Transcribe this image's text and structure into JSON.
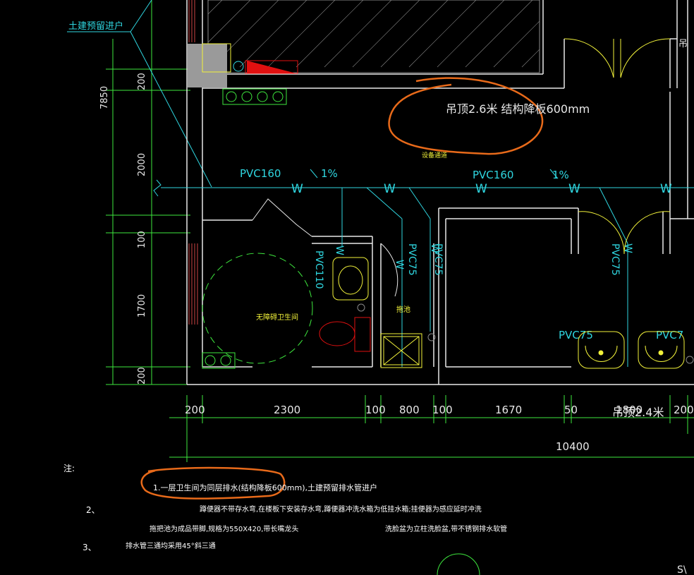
{
  "top_label": "土建预留进户",
  "dim_left_total": "7850",
  "dim_left": [
    "200",
    "2000",
    "100",
    "1700",
    "200"
  ],
  "annotation_ceiling": "吊顶2.6米 结构降板600mm",
  "annotation_secondary": "设备通道",
  "right_edge_label": "吊",
  "pipes": {
    "pvc160_a": "PVC160",
    "slope_a": "1%",
    "pvc160_b": "PVC160",
    "slope_b": "1%",
    "w": "W",
    "pvc110": "PVC110",
    "pvc75_a": "PVC75",
    "pvc75_b": "PVC75",
    "pvc75_c": "PVC75",
    "pvc75_d": "PVC75",
    "pvc75_e": "PVC7"
  },
  "room_label": "无障碍卫生间",
  "mop_label": "拖池",
  "dim_bottom": [
    "200",
    "2300",
    "100",
    "800",
    "100",
    "1670",
    "50",
    "1800",
    "200"
  ],
  "dim_bottom_total": "10400",
  "dim_overlay": "吊顶2.4米",
  "notes": {
    "heading": "注:",
    "n1": "1.一层卫生间为同层排水(结构降板600mm),土建预留排水管进户",
    "n2_num": "2、",
    "n2": "蹲便器不带存水弯,在楼板下安装存水弯,蹲便器冲洗水箱为低挂水箱;挂便器为感应延时冲洗",
    "n2b": "拖把池为成品带脚,规格为550X420,带长嘴龙头",
    "n2c": "洗脸盆为立柱洗脸盆,带不锈钢排水软管",
    "n3_num": "3、",
    "n3": "排水管三通均采用45°斜三通"
  },
  "colors": {
    "cyan": "#2fd6e0",
    "green": "#3ee83e",
    "yellow": "#f2f23a",
    "white": "#e8e8e8",
    "red": "#e01010",
    "orange": "#e86a1a"
  }
}
